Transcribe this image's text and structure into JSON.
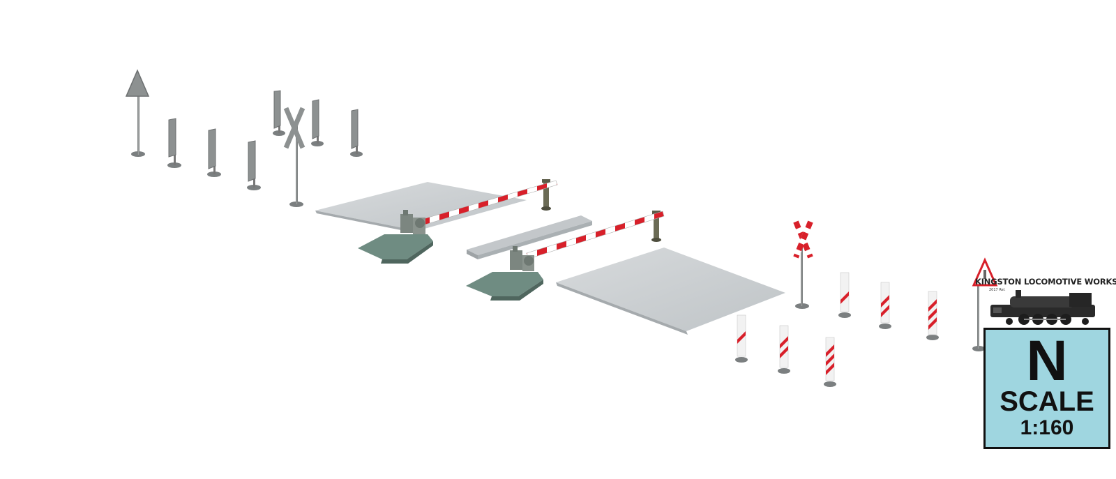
{
  "brand": {
    "name": "KINGSTON LOCOMOTIVE WORKS",
    "subtitle": "2017 Rel."
  },
  "scale_badge": {
    "letter": "N",
    "word": "SCALE",
    "ratio": "1:160",
    "background_color": "#9fd6e0"
  },
  "colors": {
    "model_gray": "#8e9090",
    "base_green": "#6f8c82",
    "warning_red": "#d8202a",
    "panel_white": "#f2f2f2",
    "platform_gray": "#c9cdd0"
  }
}
